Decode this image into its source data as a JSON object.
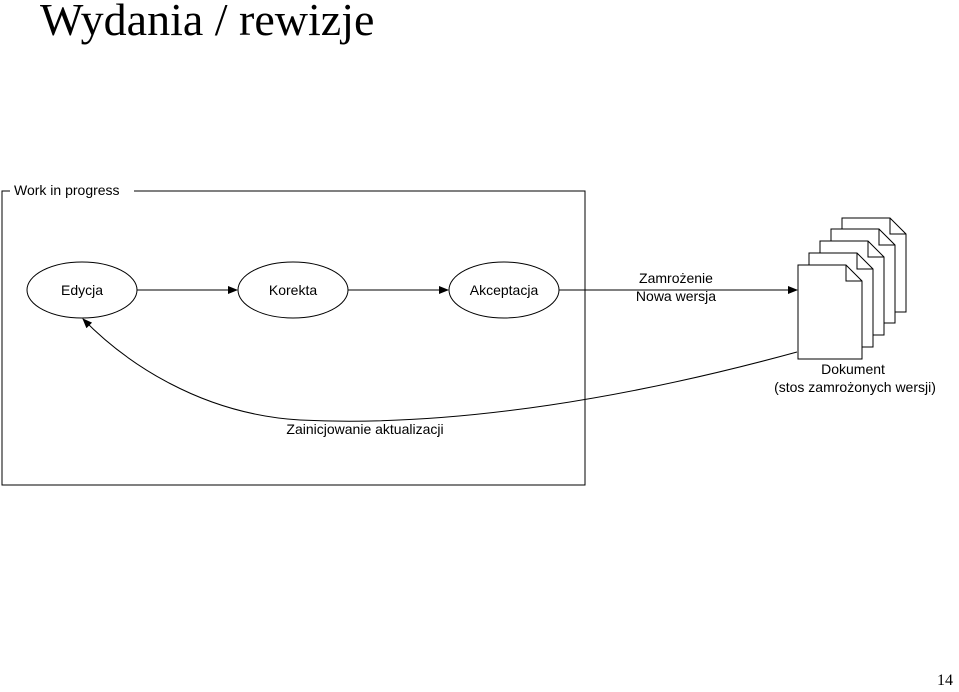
{
  "slide": {
    "title": "Wydania / rewizje",
    "page_number": "14"
  },
  "diagram": {
    "group_label": "Work in progress",
    "nodes": {
      "edycja": "Edycja",
      "korekta": "Korekta",
      "akceptacja": "Akceptacja"
    },
    "freeze_label_line1": "Zamrożenie",
    "freeze_label_line2": "Nowa wersja",
    "document_label_line1": "Dokument",
    "document_label_line2": "(stos zamrożonych wersji)",
    "feedback_label": "Zainicjowanie aktualizacji"
  }
}
